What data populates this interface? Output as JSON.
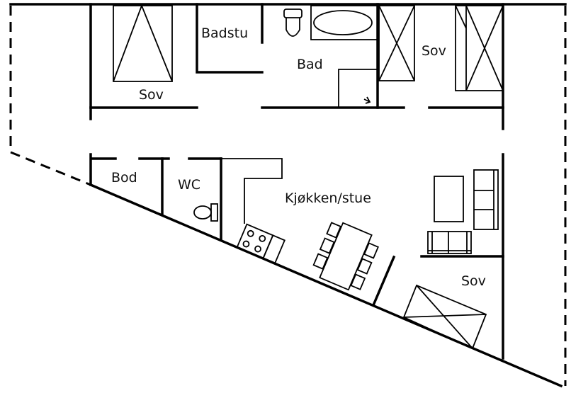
{
  "floorplan": {
    "rooms": {
      "sov_1": "Sov",
      "badstu": "Badstu",
      "bad": "Bad",
      "sov_2": "Sov",
      "bod": "Bod",
      "wc": "WC",
      "kjokken_stue": "Kjøkken/stue",
      "sov_3": "Sov"
    }
  }
}
